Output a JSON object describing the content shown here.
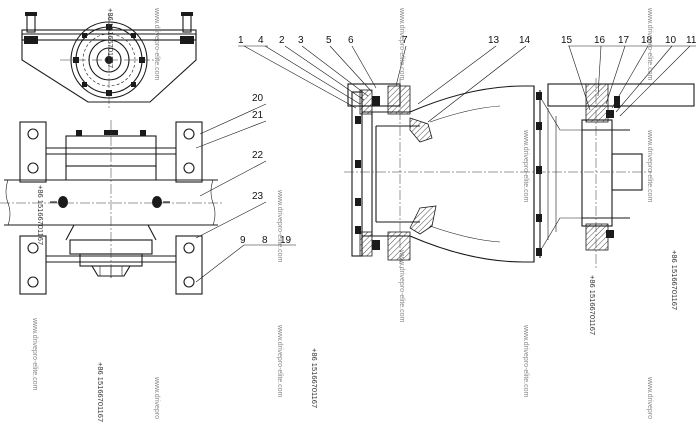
{
  "callouts_right": [
    "1",
    "4",
    "2",
    "3",
    "5",
    "6",
    "7",
    "13",
    "14",
    "15",
    "16",
    "17",
    "18",
    "10",
    "11"
  ],
  "callouts_left": [
    "20",
    "21",
    "22",
    "23",
    "9",
    "8",
    "19"
  ],
  "watermarks": {
    "site": "www.drivepro-elite.com",
    "site_partial": "www.drivepro",
    "phone": "+86 15166701167"
  }
}
